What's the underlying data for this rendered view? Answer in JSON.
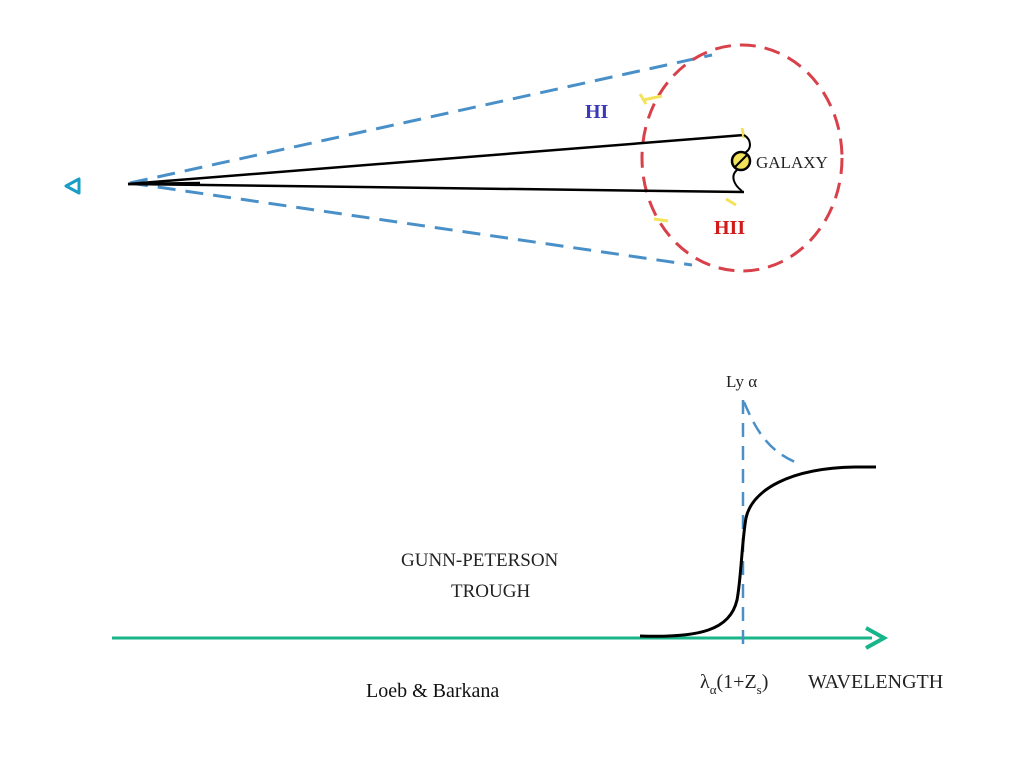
{
  "top_panel": {
    "hi_label": "HI",
    "hii_label": "HII",
    "galaxy_label": "GALAXY",
    "colors": {
      "cone": "#4a90c8",
      "bubble": "#d9414a",
      "hi_text": "#3a3ab8",
      "hii_text": "#d11a1a",
      "galaxy_fill": "#f2e35a",
      "yellow_ticks": "#f2e35a",
      "observer": "#1a9dc4",
      "sightlines": "#000000"
    }
  },
  "bottom_panel": {
    "ly_alpha_label": "Ly α",
    "trough_label_line1": "GUNN-PETERSON",
    "trough_label_line2": "TROUGH",
    "lambda_label": "λ",
    "lambda_subscript": "α",
    "lambda_suffix_open": "(1+Z",
    "lambda_suffix_subscript": "s",
    "lambda_suffix_close": ")",
    "axis_label": "WAVELENGTH",
    "credit": "Loeb & Barkana",
    "colors": {
      "axis": "#18b58a",
      "dashed": "#4a90c8",
      "curve": "#000000"
    }
  }
}
